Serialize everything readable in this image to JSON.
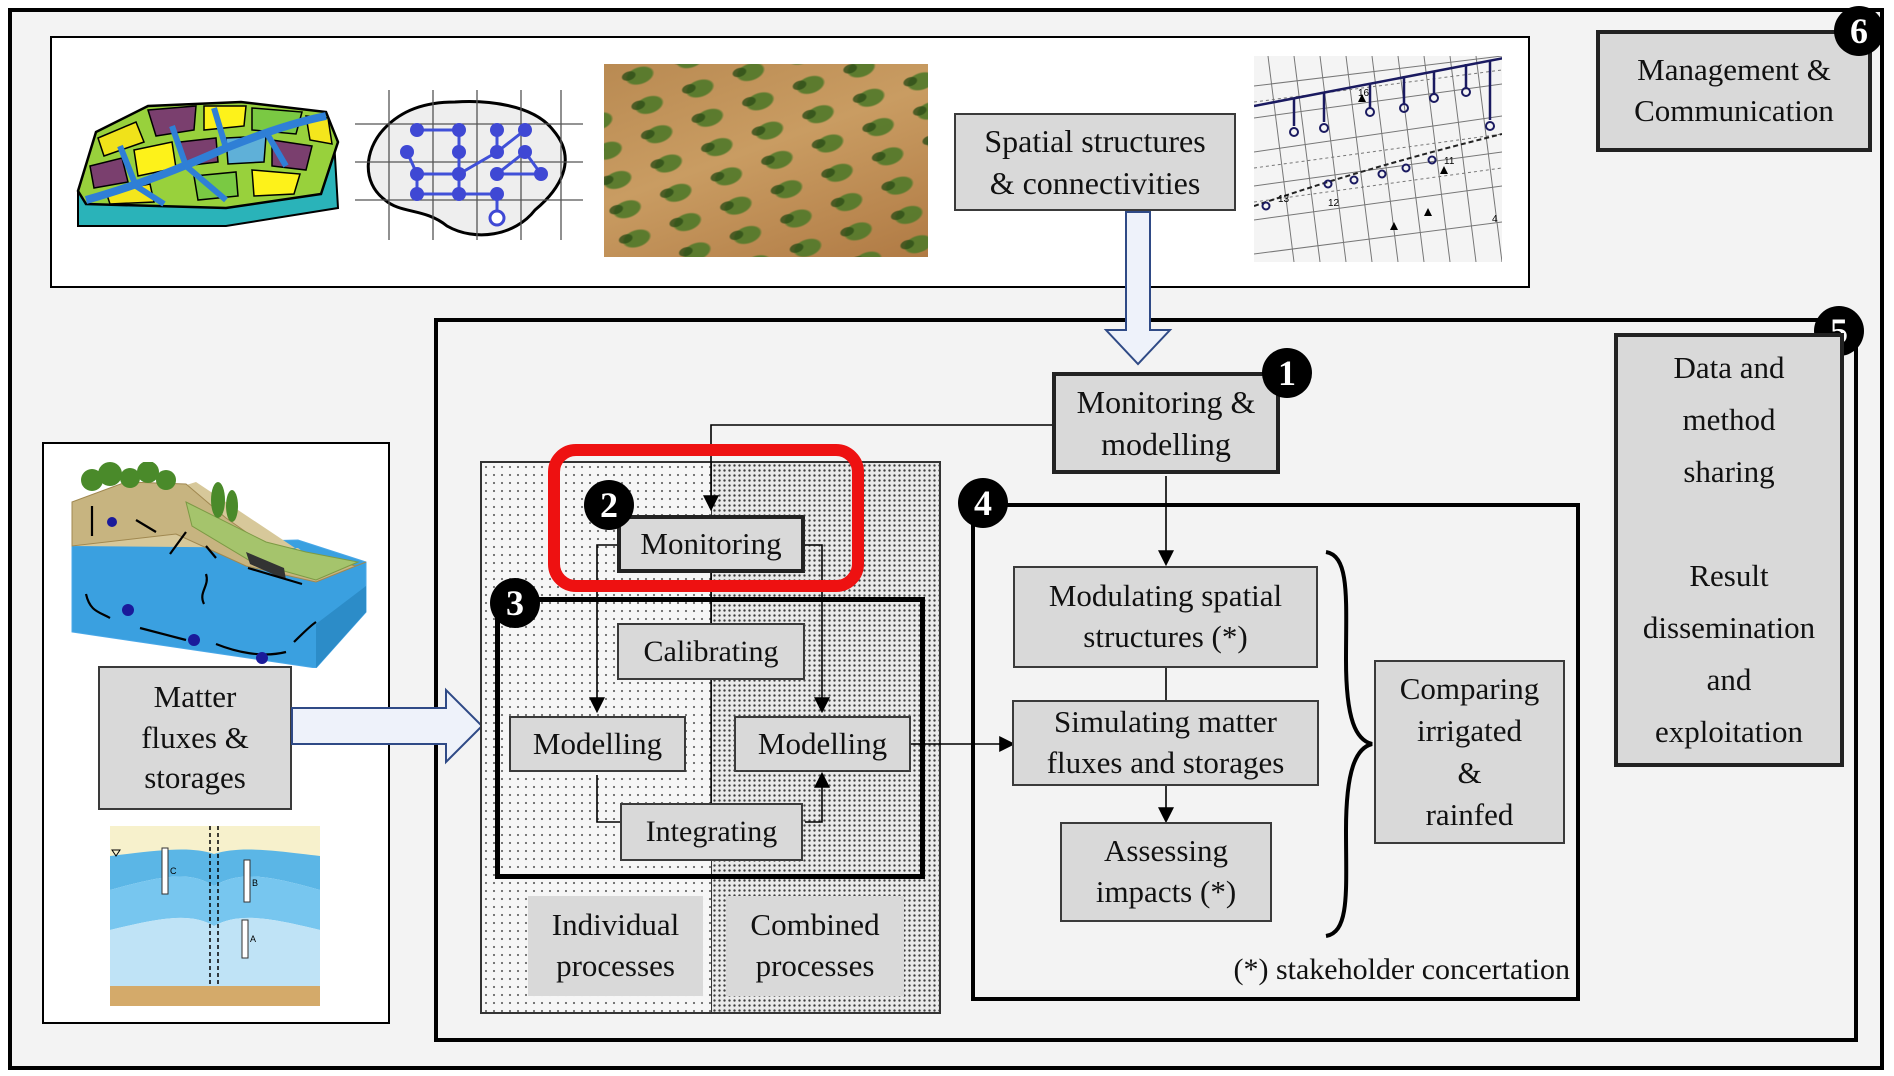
{
  "boxes": {
    "spatial_structures": "Spatial structures\n& connectivities",
    "management": "Management &\nCommunication",
    "monitoring_modelling": "Monitoring &\nmodelling",
    "data_sharing": "Data and\nmethod\nsharing\n\nResult\ndissemination\nand\nexploitation",
    "monitoring": "Monitoring",
    "calibrating": "Calibrating",
    "modelling_individual": "Modelling",
    "modelling_combined": "Modelling",
    "integrating": "Integrating",
    "individual_processes": "Individual\nprocesses",
    "combined_processes": "Combined\nprocesses",
    "modulating": "Modulating spatial\nstructures (*)",
    "simulating": "Simulating matter\nfluxes and storages",
    "assessing": "Assessing\nimpacts (*)",
    "comparing": "Comparing\nirrigated\n&\nrainfed",
    "matter_fluxes": "Matter\nfluxes &\nstorages",
    "stakeholder_note": "(*) stakeholder concertation"
  },
  "badges": {
    "b1": "1",
    "b2": "2",
    "b3": "3",
    "b4": "4",
    "b5": "5",
    "b6": "6"
  },
  "map_labels": {
    "m16": "16",
    "m11": "11",
    "m12": "12",
    "m13": "13",
    "m4": "4"
  },
  "well_labels": {
    "a": "A",
    "b": "B",
    "c": "C"
  },
  "colors": {
    "highlight": "#ee1111",
    "box_fill": "#d9d9d9",
    "arrow_fill": "#eef2fa",
    "arrow_stroke": "#2f4a86"
  }
}
